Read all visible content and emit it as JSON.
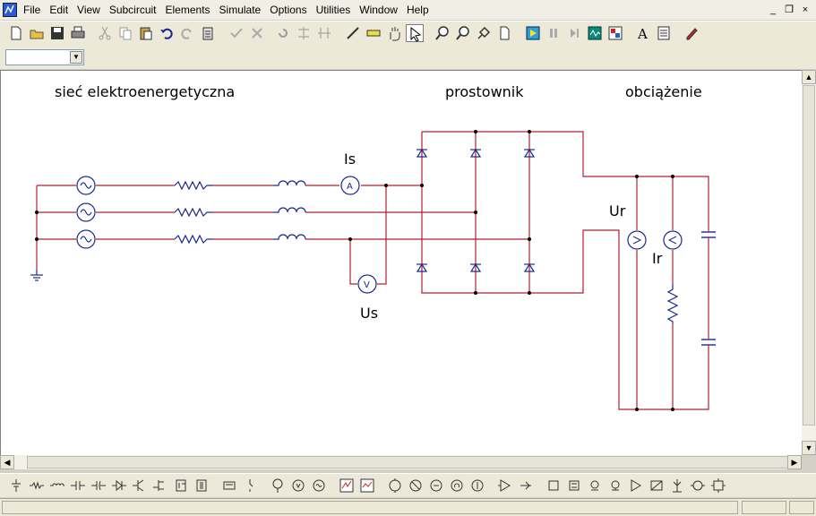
{
  "menu": [
    "File",
    "Edit",
    "View",
    "Subcircuit",
    "Elements",
    "Simulate",
    "Options",
    "Utilities",
    "Window",
    "Help"
  ],
  "window_controls": [
    "_",
    "❐",
    "×"
  ],
  "labels": {
    "grid": "sieć elektroenergetyczna",
    "rectifier": "prostownik",
    "load": "obciążenie",
    "is": "Is",
    "us": "Us",
    "ur": "Ur",
    "ir": "Ir"
  },
  "meters": {
    "ammeter": "A",
    "voltmeter": "V"
  },
  "toolbar_text": {
    "font_tool": "A"
  },
  "colors": {
    "wire": "#b02030",
    "component": "#1a2a8c",
    "canvas": "#ffffff"
  },
  "combo_value": ""
}
